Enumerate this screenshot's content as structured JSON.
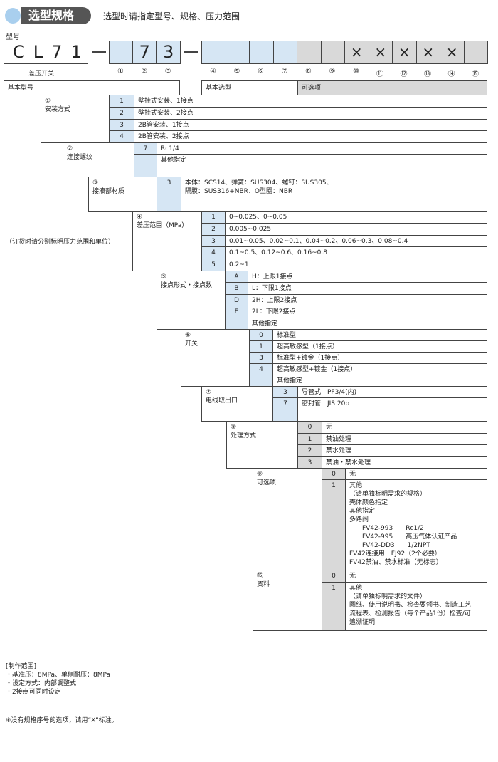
{
  "header": {
    "title": "选型规格",
    "subtitle": "选型时请指定型号、规格、压力范围",
    "model_label": "型号"
  },
  "model": {
    "base": "CL71",
    "base_caption": "差压开关",
    "digits": [
      "",
      "7",
      "3",
      "",
      "",
      "",
      "",
      "",
      "",
      "×",
      "×",
      "×",
      "×",
      "×",
      ""
    ],
    "numbers": [
      "①",
      "②",
      "③",
      "④",
      "⑤",
      "⑥",
      "⑦",
      "⑧",
      "⑨",
      "⑩",
      "⑪",
      "⑫",
      "⑬",
      "⑭",
      "⑮"
    ]
  },
  "column_headers": {
    "basic_model": "基本型号",
    "basic_selection": "基本选型",
    "options": "可选项"
  },
  "pressure_note": "（订货时请分别标明压力范围和单位）",
  "sections": [
    {
      "num": "①",
      "label": "安装方式",
      "rows": [
        {
          "code": "1",
          "text": "壁挂式安装、1接点"
        },
        {
          "code": "2",
          "text": "壁挂式安装、2接点"
        },
        {
          "code": "3",
          "text": "2B管安装、1接点"
        },
        {
          "code": "4",
          "text": "2B管安装、2接点"
        }
      ]
    },
    {
      "num": "②",
      "label": "连接螺纹",
      "rows": [
        {
          "code": "7",
          "text": "Rc1/4"
        },
        {
          "code": "",
          "text": "其他指定"
        }
      ]
    },
    {
      "num": "③",
      "label": "接液部材质",
      "rows": [
        {
          "code": "3",
          "text": "本体：SCS14、弹簧：SUS304、螺钉：SUS305、\n隔膜：SUS316+NBR、O型圈：NBR"
        }
      ]
    },
    {
      "num": "④",
      "label": "差压范围（MPa）",
      "rows": [
        {
          "code": "1",
          "text": "0~0.025、0~0.05"
        },
        {
          "code": "2",
          "text": "0.005~0.025"
        },
        {
          "code": "3",
          "text": "0.01~0.05、0.02~0.1、0.04~0.2、0.06~0.3、0.08~0.4"
        },
        {
          "code": "4",
          "text": "0.1~0.5、0.12~0.6、0.16~0.8"
        },
        {
          "code": "5",
          "text": "0.2~1"
        }
      ]
    },
    {
      "num": "⑤",
      "label": "接点形式・接点数",
      "rows": [
        {
          "code": "A",
          "text": "H：上限1接点"
        },
        {
          "code": "B",
          "text": "L：下限1接点"
        },
        {
          "code": "D",
          "text": "2H：上限2接点"
        },
        {
          "code": "E",
          "text": "2L：下限2接点"
        },
        {
          "code": "",
          "text": "其他指定"
        }
      ]
    },
    {
      "num": "⑥",
      "label": "开关",
      "rows": [
        {
          "code": "0",
          "text": "标准型"
        },
        {
          "code": "1",
          "text": "超高敏感型（1接点）"
        },
        {
          "code": "3",
          "text": "标准型+镀金（1接点）"
        },
        {
          "code": "4",
          "text": "超高敏感型+镀金（1接点）"
        },
        {
          "code": "",
          "text": "其他指定"
        }
      ]
    },
    {
      "num": "⑦",
      "label": "电线取出口",
      "rows": [
        {
          "code": "3",
          "text": "导管式　PF3/4(内)"
        },
        {
          "code": "7",
          "text": "密封管　JIS 20b"
        }
      ]
    },
    {
      "num": "⑧",
      "label": "处理方式",
      "rows": [
        {
          "code": "0",
          "text": "无"
        },
        {
          "code": "1",
          "text": "禁油处理"
        },
        {
          "code": "2",
          "text": "禁水处理"
        },
        {
          "code": "3",
          "text": "禁油・禁水处理"
        }
      ]
    },
    {
      "num": "⑨",
      "label": "可选项",
      "rows": [
        {
          "code": "0",
          "text": "无"
        },
        {
          "code": "1",
          "text": "其他\n（请单独标明需求的规格）\n壳体颜色指定\n其他指定\n多路阀\n　　FV42-993　　Rc1/2\n　　FV42-995　　高压气体认证产品\n　　FV42-DD3　　1/2NPT\nFV42连接用　FJ92（2个必要）\nFV42禁油、禁水标准（无标志）"
        }
      ]
    },
    {
      "num": "⑮",
      "label": "资料",
      "rows": [
        {
          "code": "0",
          "text": "无"
        },
        {
          "code": "1",
          "text": "其他\n（请单独标明需求的文件）\n图纸、使用说明书、检查要领书、制造工艺\n流程表、检测报告（每个产品1份）检查/可\n追溯证明"
        }
      ]
    }
  ],
  "notes": {
    "title": "[制作范围]",
    "items": [
      "・基准压：8MPa、单侧耐压：8MPa",
      "・设定方式：内部调整式",
      "・2接点可同时设定"
    ]
  },
  "footnote": "※没有规格序号的选项，请用“X”标注。"
}
